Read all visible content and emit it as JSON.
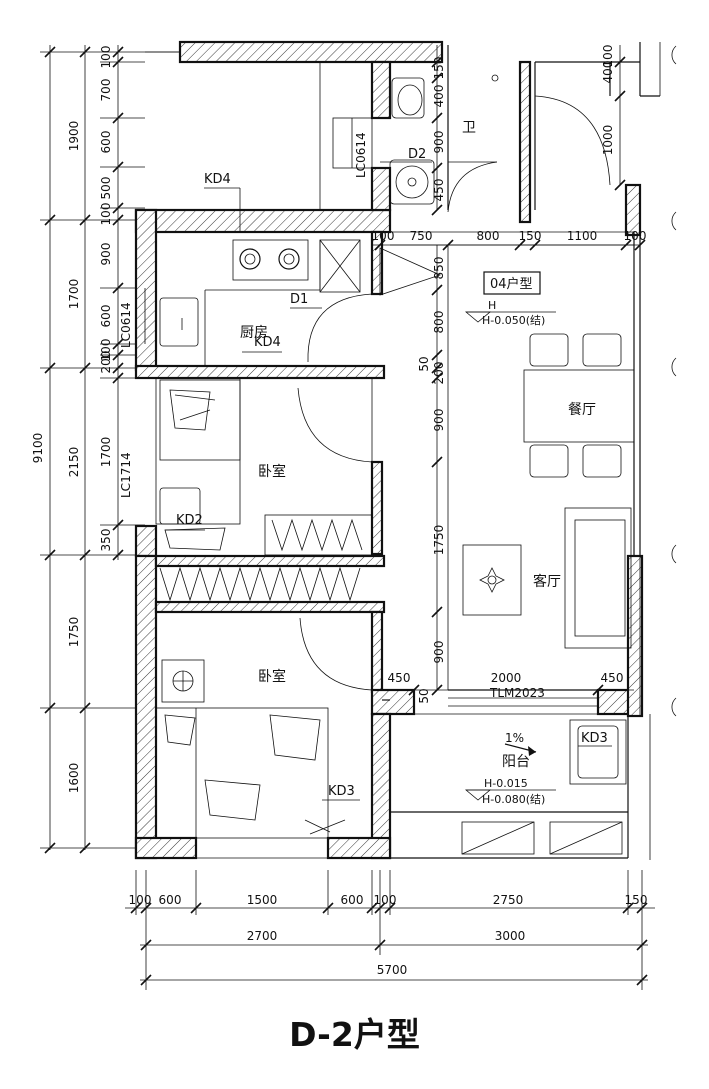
{
  "title": "D-2户型",
  "unit_type_label": "04户型",
  "rooms": {
    "bath": "卫",
    "kitchen": "厨房",
    "dining": "餐厅",
    "bedroom1": "卧室",
    "living": "客厅",
    "bedroom2": "卧室",
    "balcony": "阳台"
  },
  "tags": {
    "kd4_top": "KD4",
    "kd4_kitchen": "KD4",
    "kd2": "KD2",
    "kd3_bed": "KD3",
    "kd3_bal": "KD3",
    "d1": "D1",
    "d2": "D2"
  },
  "windows": {
    "lc0614_bath": "LC0614",
    "lc0614_kitchen": "LC0614",
    "lc1714": "LC1714",
    "tlm2023": "TLM2023"
  },
  "elevations": {
    "main_h": "H",
    "main_offset": "H-0.050(结)",
    "balcony_h": "H-0.015",
    "balcony_offset": "H-0.080(结)",
    "slope": "1%"
  },
  "left_dims": {
    "outer": [
      "1900",
      "1700",
      "2150",
      "1750",
      "1600"
    ],
    "total": "9100",
    "inner": [
      "100",
      "700",
      "600",
      "500",
      "100",
      "900",
      "600",
      "100",
      "200",
      "1700",
      "350"
    ]
  },
  "interior_dims": {
    "bath_col": [
      "150",
      "400",
      "900",
      "450"
    ],
    "right_col": [
      "400",
      "100",
      "1000"
    ],
    "row": [
      "100",
      "750",
      "800",
      "150",
      "1100",
      "100"
    ],
    "mid_col": [
      "850",
      "800",
      "50",
      "200",
      "900",
      "1750",
      "900"
    ],
    "balcony_row": [
      "450",
      "2000",
      "450"
    ],
    "balcony_side": "50"
  },
  "bottom_dims": {
    "row1": [
      "100",
      "600",
      "1500",
      "600",
      "100",
      "2750",
      "150"
    ],
    "row2": [
      "2700",
      "3000"
    ],
    "row3": [
      "5700"
    ]
  }
}
